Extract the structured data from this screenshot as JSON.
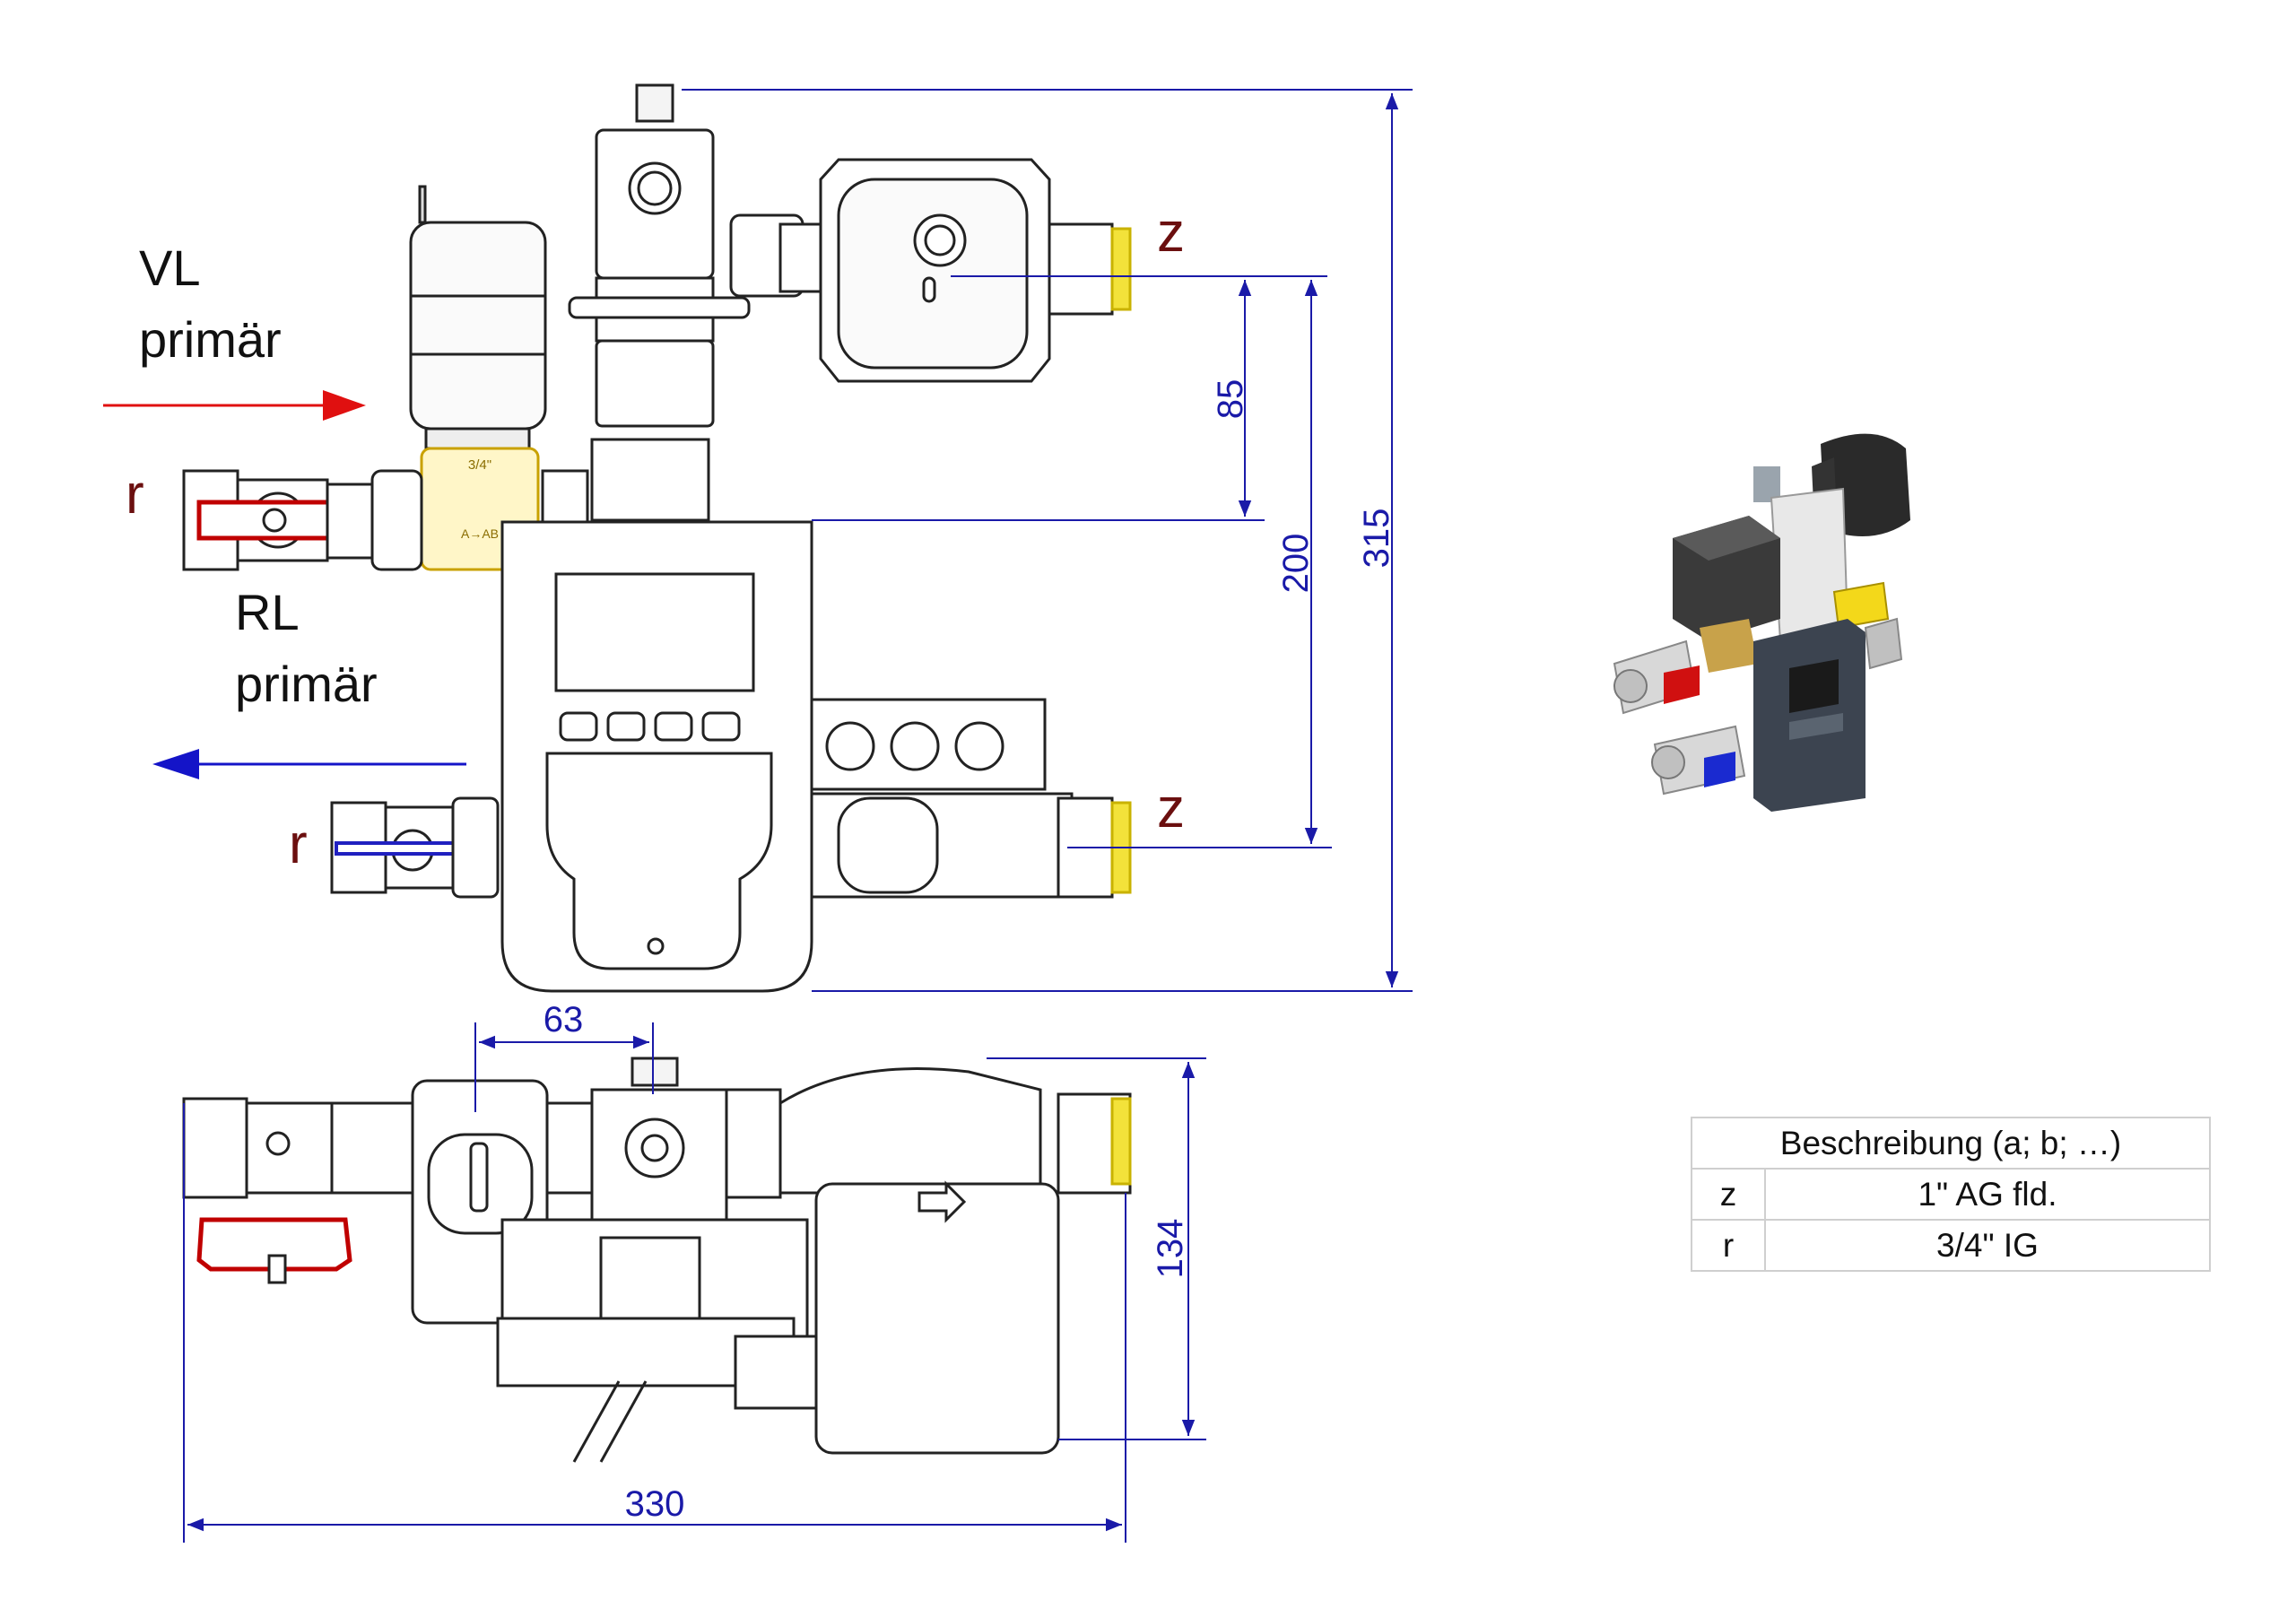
{
  "labels": {
    "vl_line1": "VL",
    "vl_line2": "primär",
    "rl_line1": "RL",
    "rl_line2": "primär",
    "r_top": "r",
    "r_bottom": "r",
    "z_top": "z",
    "z_bottom": "z",
    "valve_size": "3/4\"",
    "valve_marking": "A→AB"
  },
  "dimensions": {
    "d85": "85",
    "d200": "200",
    "d315": "315",
    "d63": "63",
    "d134": "134",
    "d330": "330"
  },
  "legend": {
    "header": "Beschreibung (a; b; …)",
    "rows": [
      {
        "code": "z",
        "description": "1\" AG fld."
      },
      {
        "code": "r",
        "description": "3/4\" IG"
      }
    ]
  },
  "colors": {
    "flow_arrow": "#e01010",
    "return_arrow": "#1414c8",
    "dimension": "#1a1aa8",
    "label": "#6b0f0f",
    "thread_yellow": "#f3e23a"
  }
}
